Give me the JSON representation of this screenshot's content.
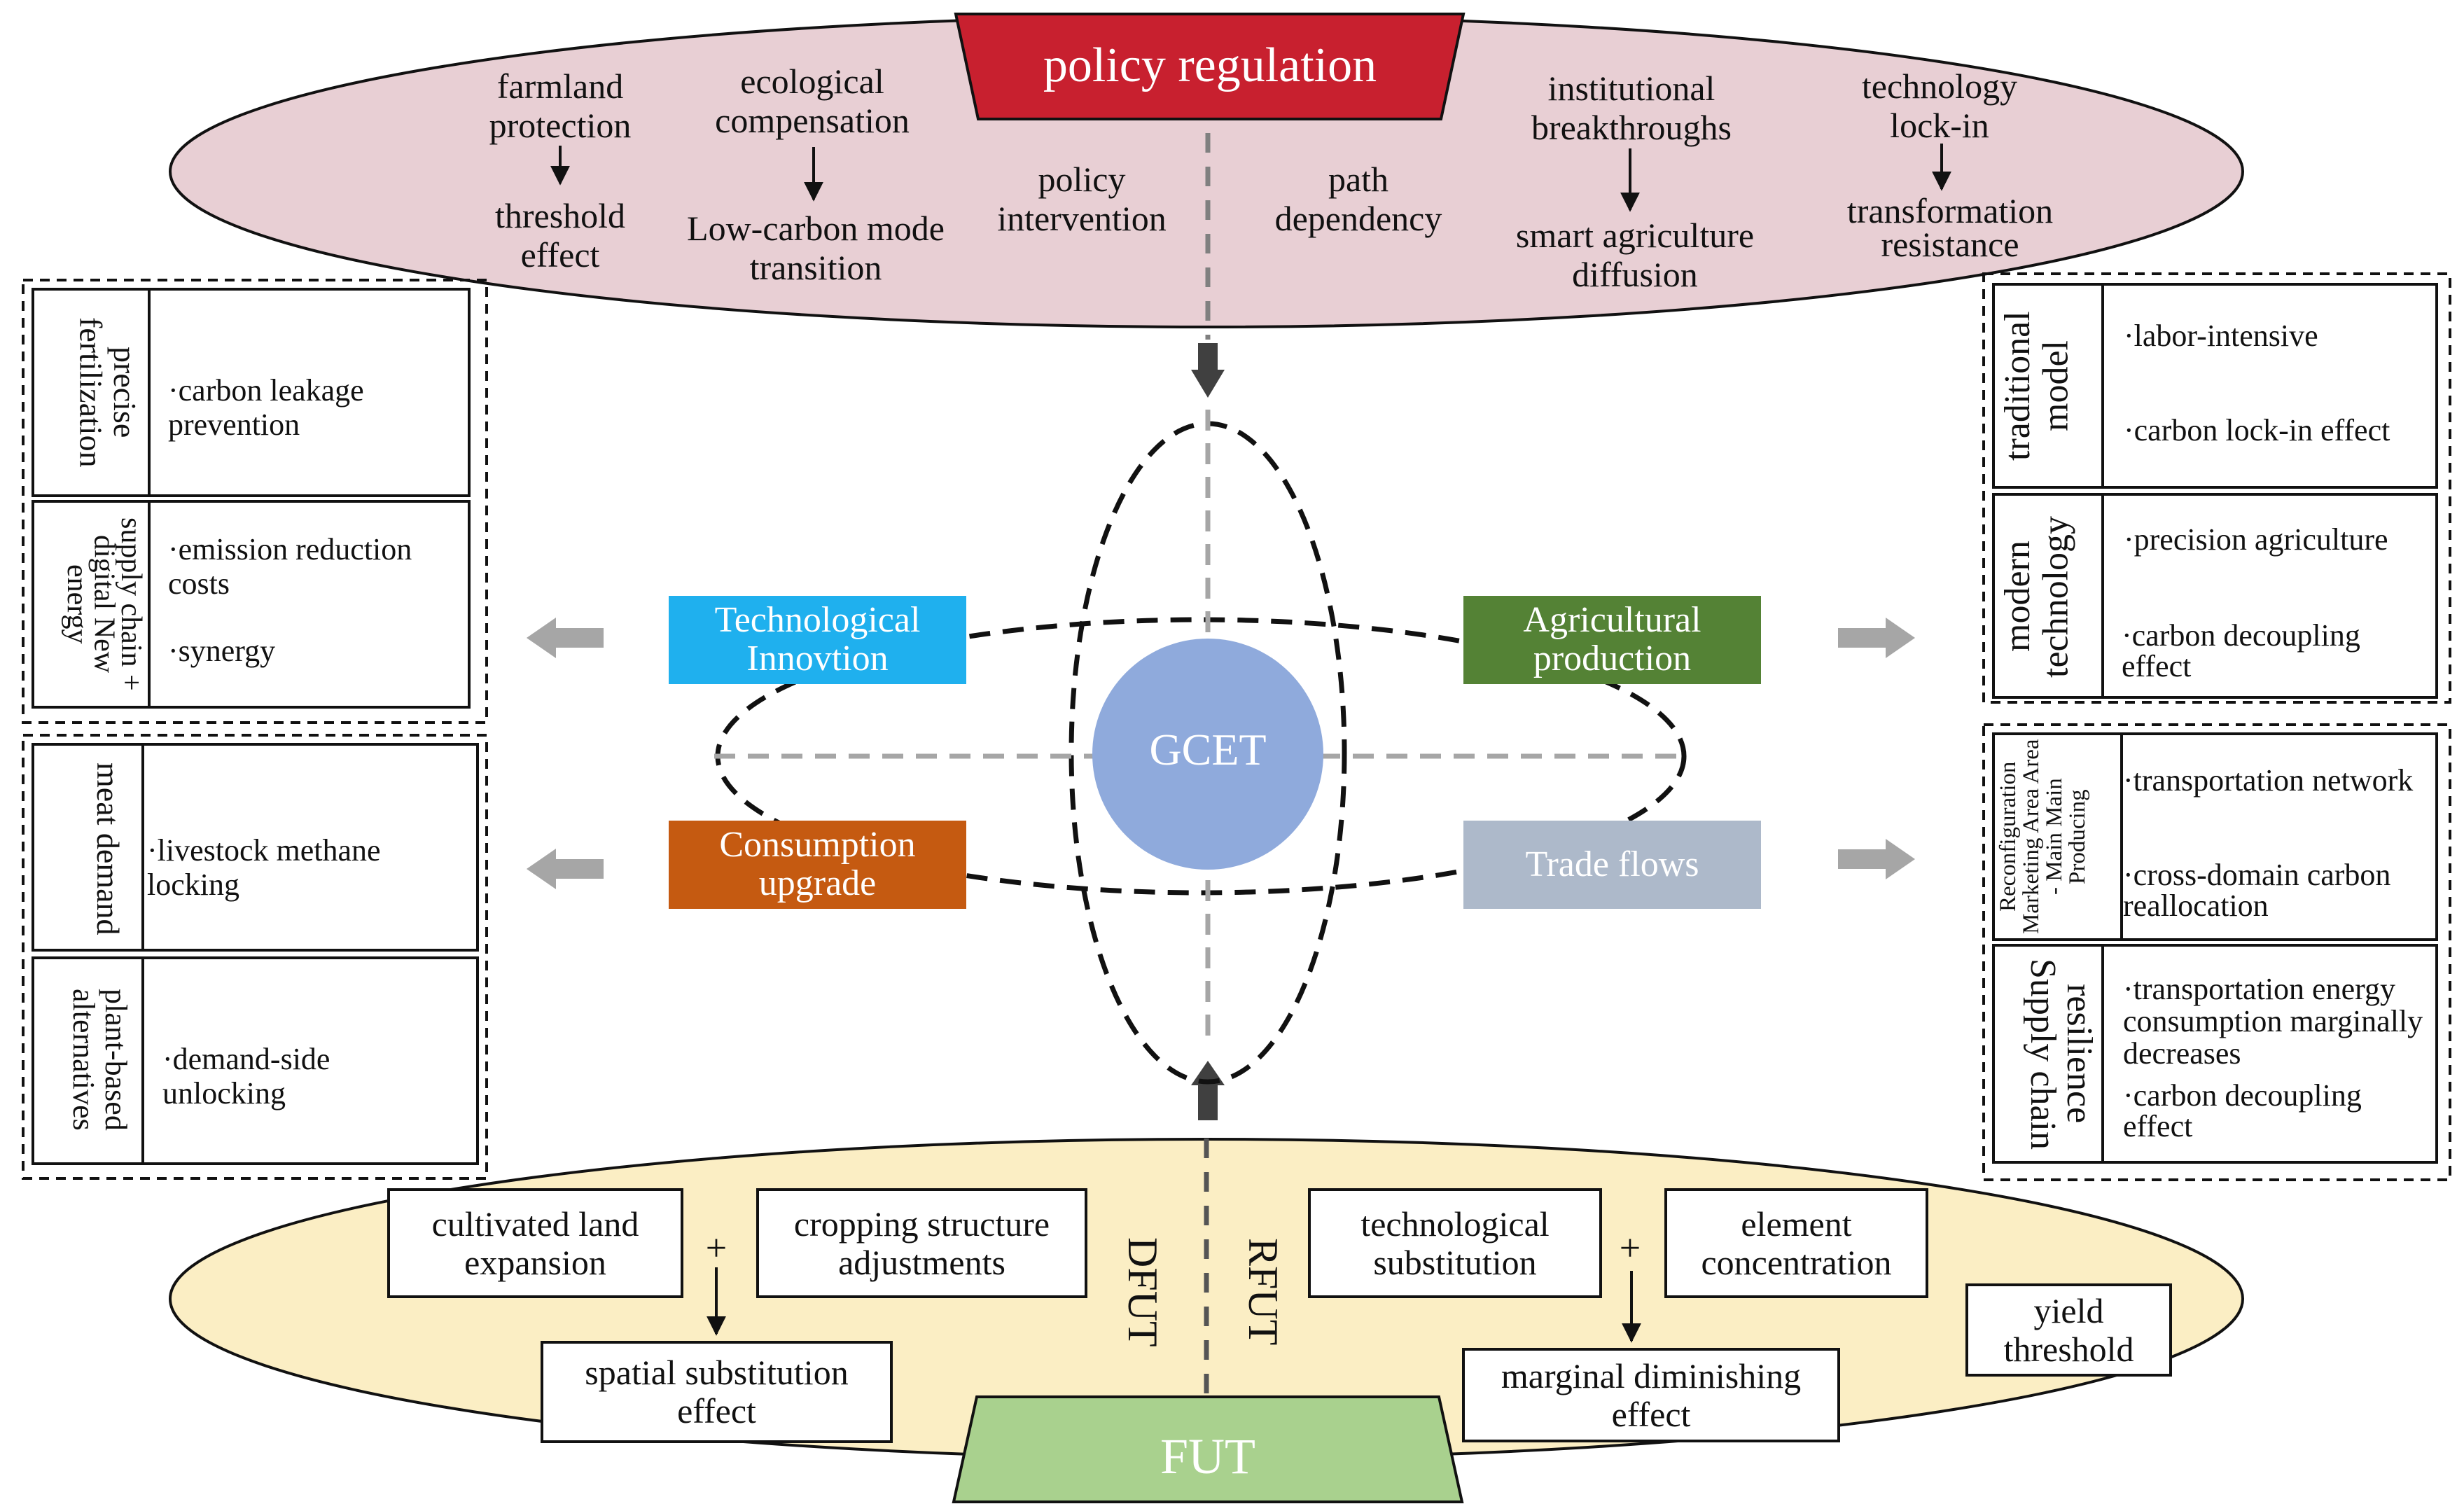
{
  "colors": {
    "policy_fill": "#e8cfd4",
    "policy_header": "#c8202f",
    "fut_fill": "#fbeec4",
    "fut_header": "#a9d18e",
    "tech": "#1fb0ee",
    "agri": "#548235",
    "consumption": "#c55a11",
    "trade": "#adb9ca",
    "gcet": "#8faadc",
    "arrow_gray": "#a6a6a6",
    "arrow_dark": "#404040"
  },
  "policy": {
    "header": "policy regulation",
    "farmland_protection": "farmland protection",
    "threshold_effect": "threshold effect",
    "ecological_compensation": "ecological compensation",
    "low_carbon_transition": "Low-carbon mode transition",
    "policy_intervention": "policy intervention",
    "path_dependency": "path dependency",
    "institutional_breakthroughs": "institutional breakthroughs",
    "smart_agriculture_diffusion": "smart agriculture diffusion",
    "technology_lockin": "technology lock-in",
    "transformation_resistance": "transformation resistance"
  },
  "center": {
    "gcet": "GCET",
    "technological_innovation": "Technological Innovtion",
    "agricultural_production": "Agricultural production",
    "consumption_upgrade": "Consumption upgrade",
    "trade_flows": "Trade flows"
  },
  "left_panels": {
    "tech": {
      "row1_label": "precise fertilization",
      "row1_text": "·carbon leakage prevention",
      "row2_label": "supply chain + digital New energy",
      "row2_item1": "·emission reduction costs",
      "row2_item2": "·synergy"
    },
    "consumption": {
      "row1_label": "meat demand",
      "row1_text": "·livestock methane locking",
      "row2_label": "plant-based alternatives",
      "row2_text": "·demand-side unlocking"
    }
  },
  "right_panels": {
    "agri": {
      "row1_label": "traditional model",
      "row1_item1": "·labor-intensive",
      "row1_item2": "·carbon lock-in effect",
      "row2_label": "modern technology",
      "row2_item1": "·precision agriculture",
      "row2_item2": "·carbon decoupling effect"
    },
    "trade": {
      "row1_label": "Reconfiguration Marketing Area Area - Main Main Producing",
      "row1_item1": "·transportation network",
      "row1_item2": "·cross-domain carbon reallocation",
      "row2_label": "resilience Supply chain",
      "row2_item1": "·transportation energy consumption marginally decreases",
      "row2_item2": "·carbon decoupling effect"
    }
  },
  "fut": {
    "header": "FUT",
    "dfut": "DFUT",
    "rfut": "RFUT",
    "cultivated_land_expansion": "cultivated land expansion",
    "cropping_structure_adjustments": "cropping structure adjustments",
    "spatial_substitution_effect": "spatial substitution effect",
    "technological_substitution": "technological substitution",
    "element_concentration": "element concentration",
    "marginal_diminishing_effect": "marginal diminishing effect",
    "yield_threshold": "yield threshold",
    "plus_left": "+",
    "plus_right": "+"
  }
}
